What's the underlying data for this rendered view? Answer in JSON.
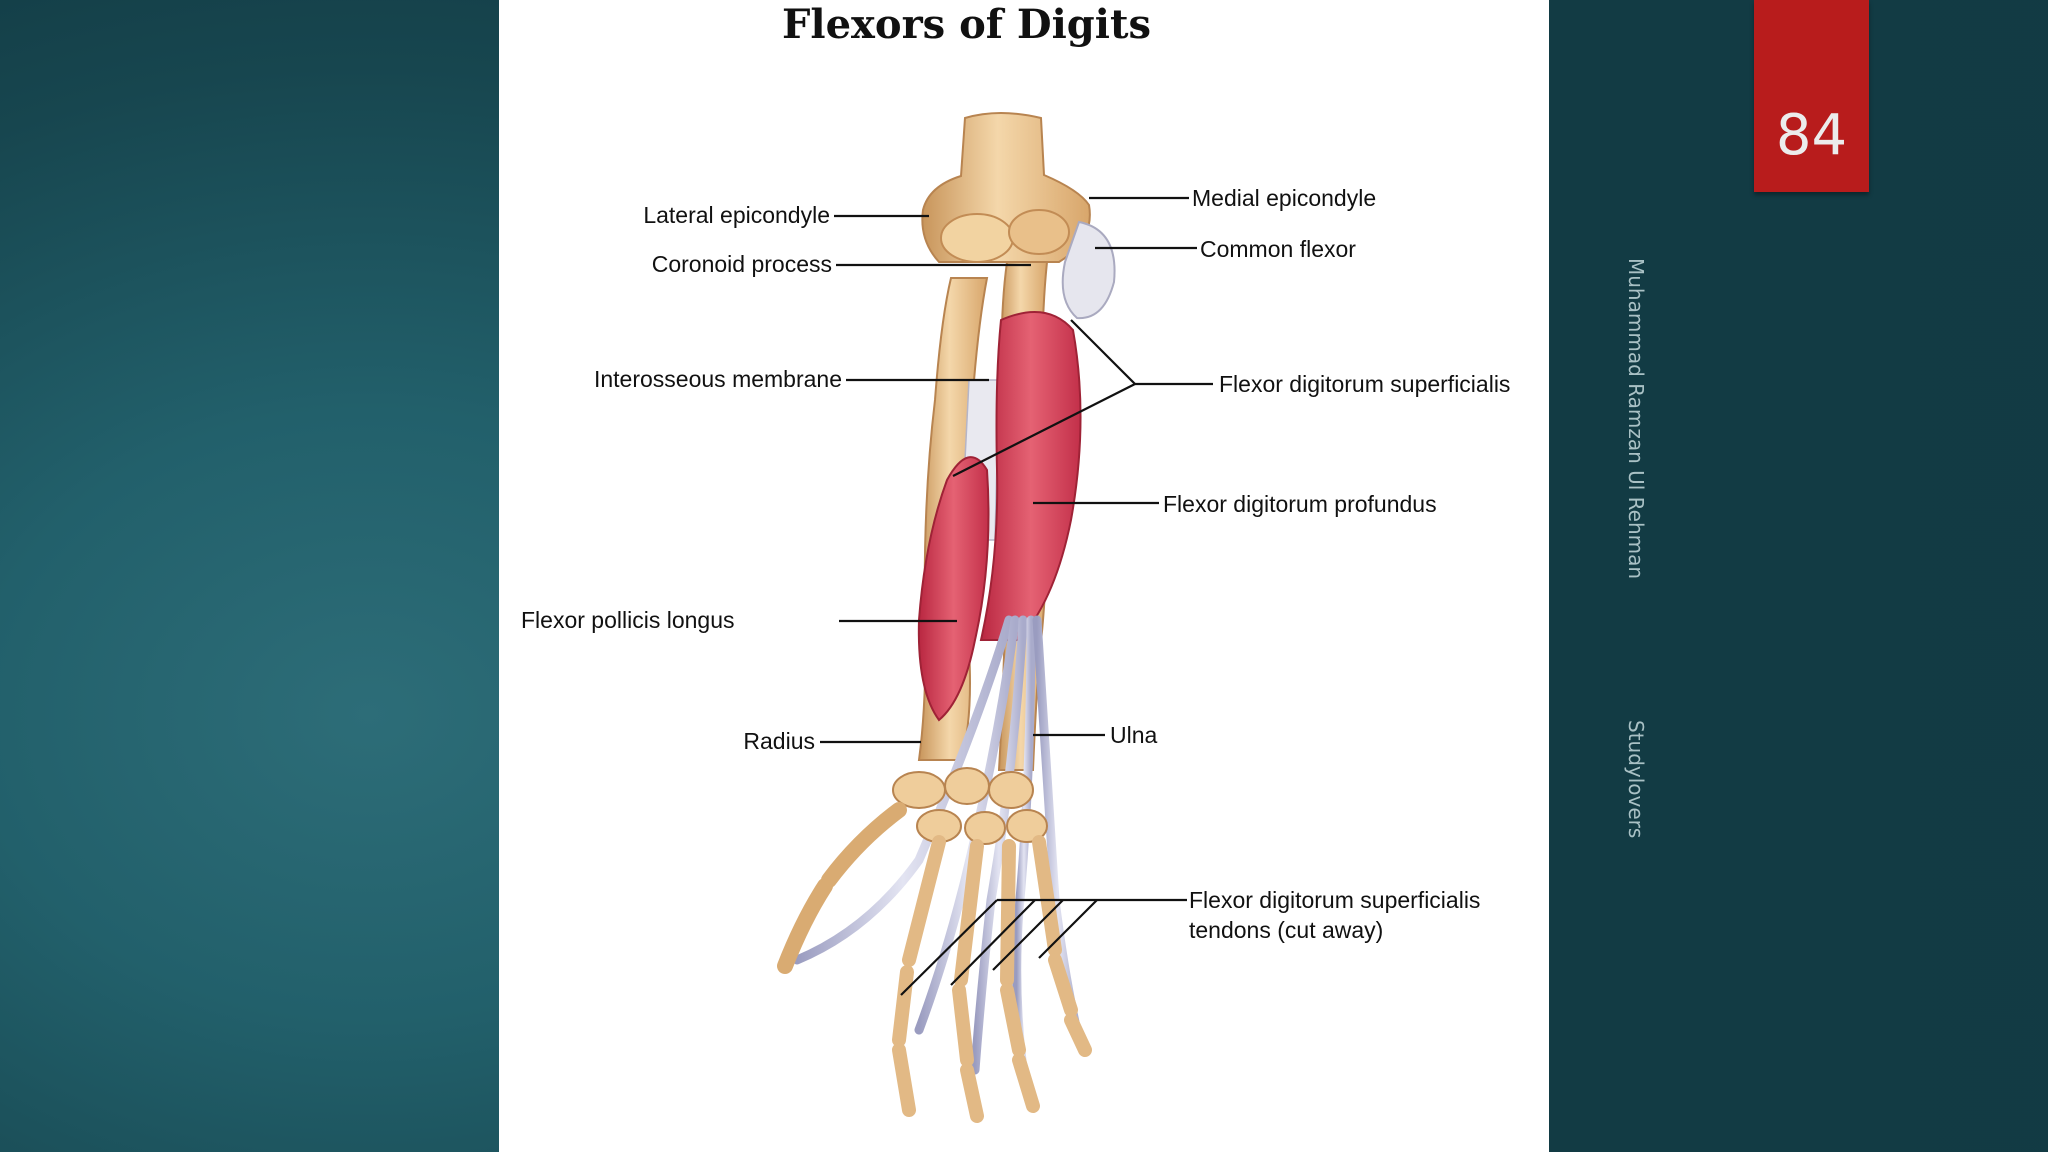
{
  "slide": {
    "number": "84",
    "footer_author": "Muhammad Ramzan Ul Rehman",
    "footer_site": "Studylovers"
  },
  "diagram": {
    "title": "Flexors of Digits",
    "labels": {
      "lateral_epicondyle": "Lateral epicondyle",
      "coronoid_process": "Coronoid process",
      "interosseous_membrane": "Interosseous membrane",
      "flexor_pollicis_longus": "Flexor pollicis longus",
      "radius": "Radius",
      "medial_epicondyle": "Medial epicondyle",
      "common_flexor": "Common flexor",
      "fds": "Flexor digitorum superficialis",
      "fdp": "Flexor digitorum profundus",
      "ulna": "Ulna",
      "fds_tendons_line1": "Flexor digitorum superficialis",
      "fds_tendons_line2": "tendons (cut away)"
    },
    "colors": {
      "bone": "#ecc48f",
      "bone_shadow": "#c8955b",
      "muscle": "#d0384f",
      "muscle_highlight": "#e9707f",
      "tendon": "#c9cbe0",
      "leader_line": "#111111"
    }
  }
}
